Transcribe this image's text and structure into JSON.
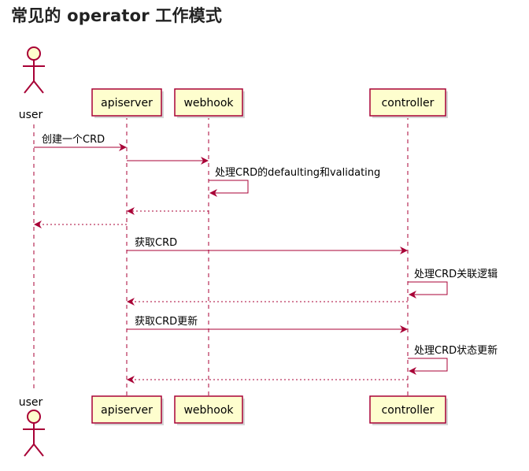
{
  "title": "常见的 operator 工作模式",
  "colors": {
    "line": "#A80036",
    "box_fill": "#FEFECE"
  },
  "actor": {
    "label": "user"
  },
  "participants": [
    {
      "id": "apiserver",
      "label": "apiserver"
    },
    {
      "id": "webhook",
      "label": "webhook"
    },
    {
      "id": "controller",
      "label": "controller"
    }
  ],
  "messages": [
    {
      "from": "user",
      "to": "apiserver",
      "label": "创建一个CRD",
      "style": "solid"
    },
    {
      "from": "apiserver",
      "to": "webhook",
      "label": "",
      "style": "solid"
    },
    {
      "from": "webhook",
      "to": "webhook",
      "label": "处理CRD的defaulting和validating",
      "style": "solid"
    },
    {
      "from": "webhook",
      "to": "apiserver",
      "label": "",
      "style": "dashed"
    },
    {
      "from": "apiserver",
      "to": "user",
      "label": "",
      "style": "dashed"
    },
    {
      "from": "apiserver",
      "to": "controller",
      "label": "获取CRD",
      "style": "solid"
    },
    {
      "from": "controller",
      "to": "controller",
      "label": "处理CRD关联逻辑",
      "style": "solid"
    },
    {
      "from": "controller",
      "to": "apiserver",
      "label": "",
      "style": "dashed"
    },
    {
      "from": "apiserver",
      "to": "controller",
      "label": "获取CRD更新",
      "style": "solid"
    },
    {
      "from": "controller",
      "to": "controller",
      "label": "处理CRD状态更新",
      "style": "solid"
    },
    {
      "from": "controller",
      "to": "apiserver",
      "label": "",
      "style": "dashed"
    }
  ]
}
